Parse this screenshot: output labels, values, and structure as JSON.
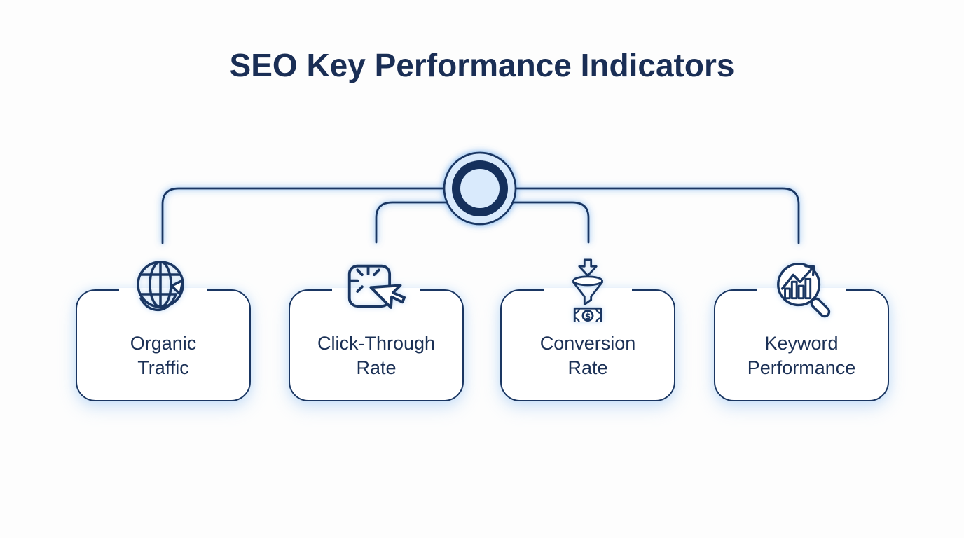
{
  "title": "SEO Key Performance Indicators",
  "diagram": {
    "type": "hierarchy",
    "root_node": {
      "shape": "double-ring-circle",
      "fill_color": "#d9eafc",
      "ring_color": "#15305c",
      "outline_color": "#1a3662"
    },
    "connector_color": "#1a3662",
    "background_color": "#fdfdfd",
    "glow_color": "#cfe4fa",
    "text_color": "#1b3055",
    "title_color": "#1a2e55"
  },
  "kpis": [
    {
      "label": "Organic Traffic",
      "lines": [
        "Organic",
        "Traffic"
      ],
      "icon": "globe-growth-arrow-icon"
    },
    {
      "label": "Click-Through Rate",
      "lines": [
        "Click-Through",
        "Rate"
      ],
      "icon": "cursor-click-icon"
    },
    {
      "label": "Conversion Rate",
      "lines": [
        "Conversion",
        "Rate"
      ],
      "icon": "funnel-dollar-icon"
    },
    {
      "label": "Keyword Performance",
      "lines": [
        "Keyword",
        "Performance"
      ],
      "icon": "magnifier-bar-chart-icon"
    }
  ]
}
